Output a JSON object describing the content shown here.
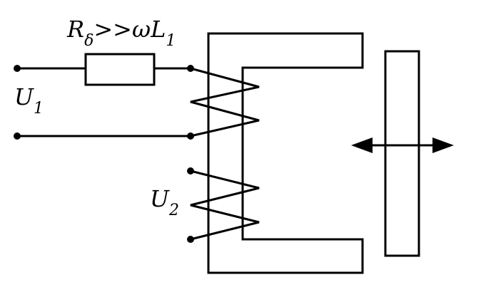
{
  "labels": {
    "resistor": {
      "main": "R",
      "sub": "δ",
      "relation": ">>ωL",
      "relation_sub": "1"
    },
    "input_voltage": {
      "main": "U",
      "sub": "1"
    },
    "output_voltage": {
      "main": "U",
      "sub": "2"
    }
  },
  "colors": {
    "line": "#000000",
    "background": "#ffffff"
  },
  "icons": {
    "armature_motion": "double-arrow-icon"
  }
}
